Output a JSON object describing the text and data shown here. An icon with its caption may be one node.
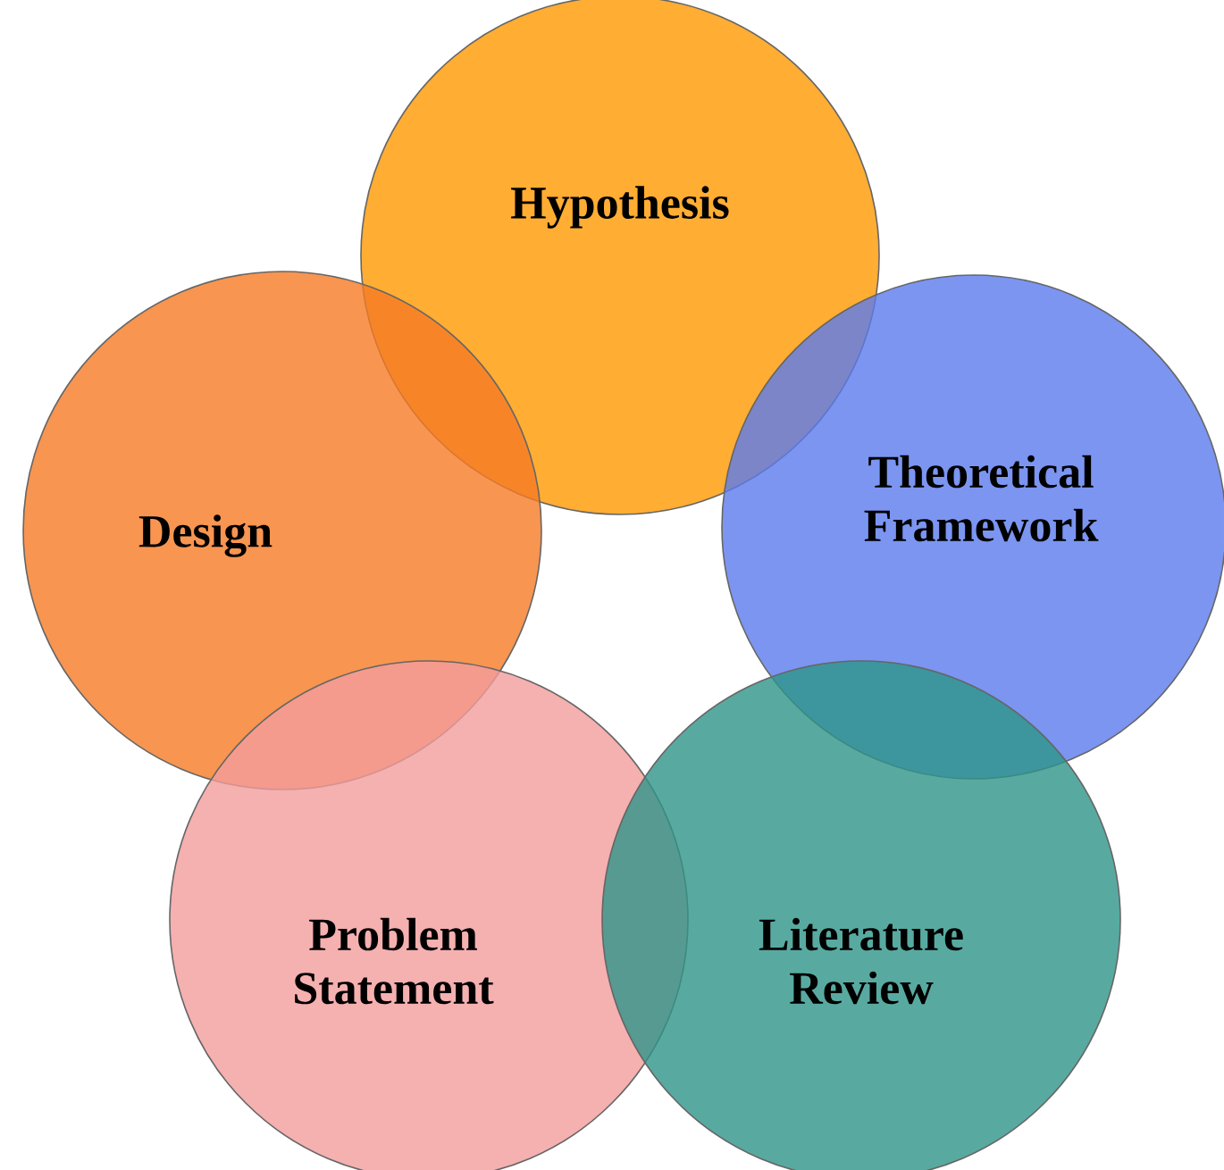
{
  "diagram": {
    "nodes": [
      {
        "text": [
          "Hypothesis"
        ]
      },
      {
        "text": [
          "Design"
        ]
      },
      {
        "text": [
          "Theoretical Framework"
        ]
      },
      {
        "text": [
          "Problem Statement"
        ]
      },
      {
        "text": [
          "Literature Review"
        ]
      }
    ]
  }
}
